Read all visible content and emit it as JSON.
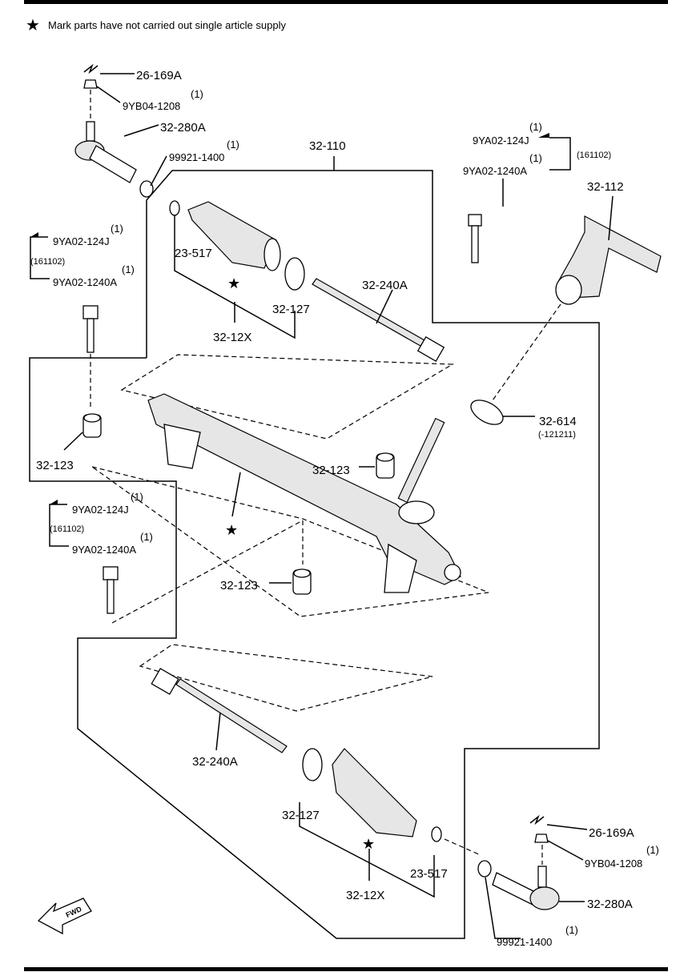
{
  "legend": {
    "star": "★",
    "text": "Mark parts have not carried out single article supply"
  },
  "qty": "(1)",
  "date_code": "(161102)",
  "serial_limit": "(-121211)",
  "logo": "FWD",
  "labels": [
    "26-169A",
    "9YB04-1208",
    "32-280A",
    "99921-1400",
    "32-110",
    "9YA02-124J",
    "9YA02-1240A",
    "32-112",
    "9YA02-124J",
    "9YA02-1240A",
    "23-517",
    "32-127",
    "32-240A",
    "32-12X",
    "32-123",
    "32-614",
    "32-123",
    "9YA02-124J",
    "9YA02-1240A",
    "32-123",
    "32-240A",
    "32-127",
    "23-517",
    "32-12X",
    "26-169A",
    "9YB04-1208",
    "32-280A",
    "99921-1400"
  ]
}
